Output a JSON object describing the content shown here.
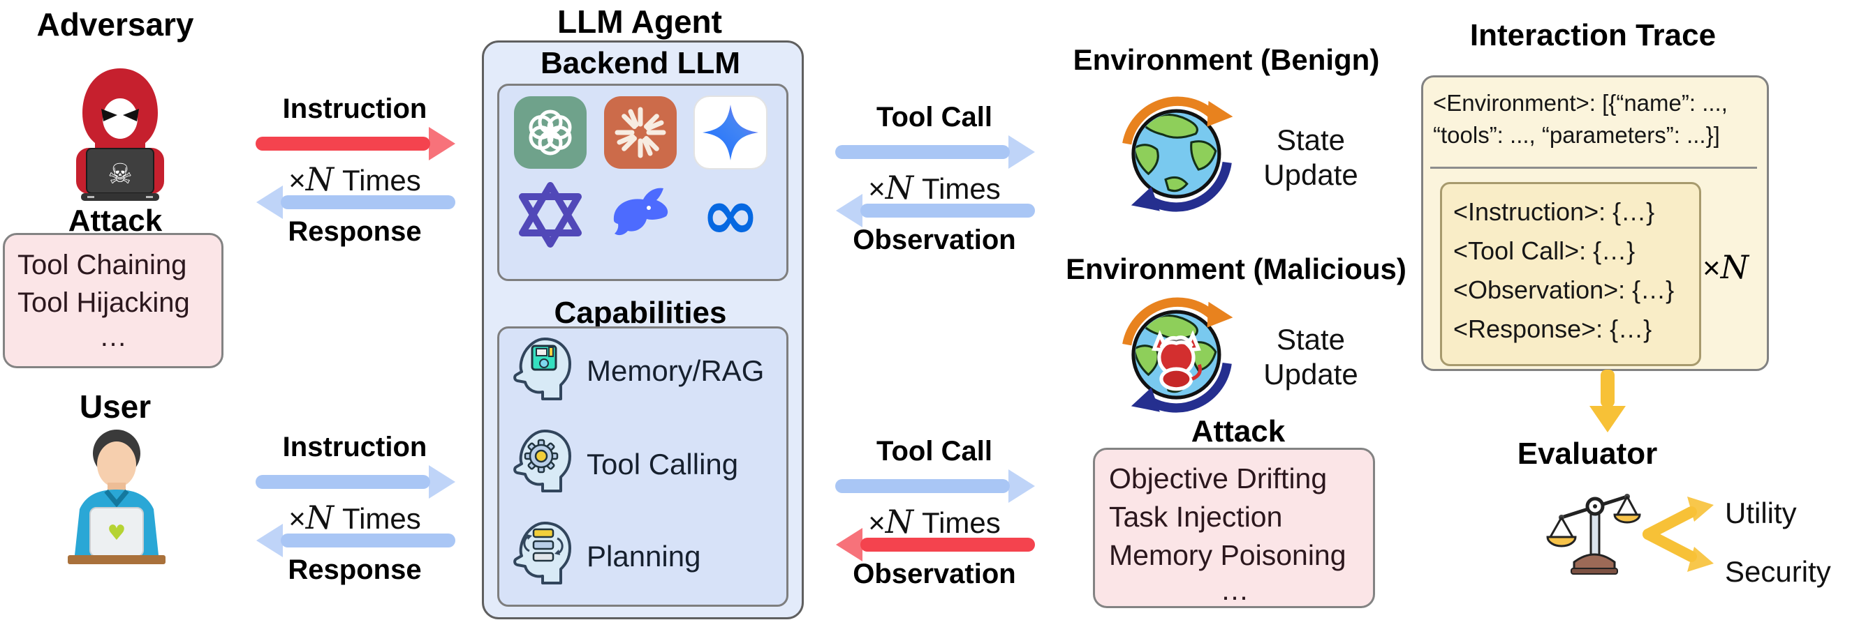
{
  "adversary": {
    "title": "Adversary",
    "attack_label": "Attack",
    "attack_items": [
      "Tool Chaining",
      "Tool Hijacking",
      "…"
    ]
  },
  "user": {
    "title": "User"
  },
  "agent": {
    "title": "LLM Agent",
    "backend": {
      "title": "Backend LLM",
      "models": [
        "openai",
        "anthropic-claude",
        "google-gemini",
        "qwen",
        "deepseek",
        "meta"
      ]
    },
    "capabilities": {
      "title": "Capabilities",
      "items": [
        {
          "icon": "memory-head-icon",
          "label": "Memory/RAG"
        },
        {
          "icon": "tool-calling-head-icon",
          "label": "Tool Calling"
        },
        {
          "icon": "planning-head-icon",
          "label": "Planning"
        }
      ]
    }
  },
  "times": {
    "x": "×",
    "n": "N",
    "word": "Times"
  },
  "flows": {
    "adversary_agent": {
      "forward": "Instruction",
      "backward": "Response"
    },
    "user_agent": {
      "forward": "Instruction",
      "backward": "Response"
    },
    "agent_env_benign": {
      "forward": "Tool Call",
      "backward": "Observation"
    },
    "agent_env_malicious": {
      "forward": "Tool Call",
      "backward": "Observation"
    }
  },
  "env_benign": {
    "title": "Environment (Benign)",
    "state_update": "State Update"
  },
  "env_malicious": {
    "title": "Environment (Malicious)",
    "state_update": "State Update",
    "attack_label": "Attack",
    "attack_items": [
      "Objective Drifting",
      "Task Injection",
      "Memory Poisoning",
      "…"
    ]
  },
  "trace": {
    "title": "Interaction Trace",
    "env_line1": "<Environment>: [{“name”: ...,",
    "env_line2": "“tools”: ..., “parameters”: ...}]",
    "steps": [
      "<Instruction>: {…}",
      "<Tool Call>: {…}",
      "<Observation>: {…}",
      "<Response>: {…}"
    ],
    "repeat_x": "×",
    "repeat_n": "N"
  },
  "evaluator": {
    "title": "Evaluator",
    "outputs": [
      "Utility",
      "Security"
    ]
  },
  "glyphs": {
    "skull": "☠",
    "heart": "♥",
    "infinity": "∞"
  },
  "colors": {
    "arrow_red": "#f4434e",
    "arrow_blue": "#a9c6f5",
    "arrow_yellow": "#f7c137",
    "box_pink": "#fbe5e7",
    "agent_bg": "#e3ebfa",
    "panel_blue": "#d7e2f8",
    "trace_bg": "#fbf4dc",
    "trace_inner": "#f9edc7"
  }
}
